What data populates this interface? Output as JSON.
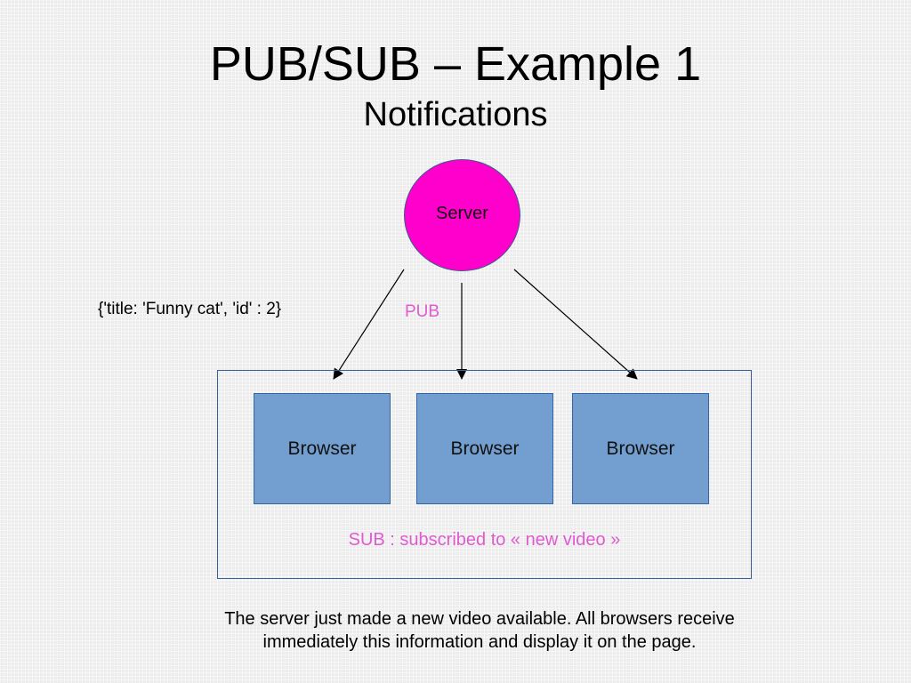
{
  "title": "PUB/SUB – Example 1",
  "subtitle": "Notifications",
  "server": {
    "label": "Server"
  },
  "payload": "{'title: 'Funny cat', 'id' : 2}",
  "pub_label": "PUB",
  "browsers": [
    {
      "label": "Browser"
    },
    {
      "label": "Browser"
    },
    {
      "label": "Browser"
    }
  ],
  "sub_label": "SUB : subscribed to « new video »",
  "caption": {
    "line1": "The server just made a new video available. All browsers receive",
    "line2": "immediately this information and display it on the page."
  },
  "colors": {
    "server_fill": "#ff00cc",
    "browser_fill": "#729fcf",
    "accent_text": "#e05bd0"
  }
}
